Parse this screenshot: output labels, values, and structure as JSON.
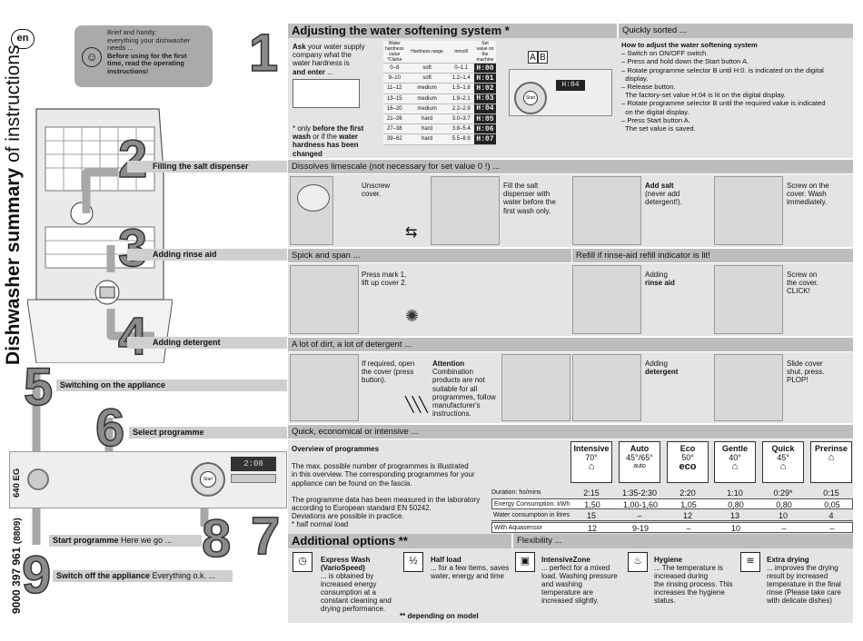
{
  "lang_badge": "en",
  "side_title_bold": "Dishwasher summary",
  "side_title_rest": " of instructions",
  "model": "640 EG",
  "doc_number": "9000 397 961",
  "doc_code": "(8809)",
  "intro": {
    "line1": "Brief and handy:",
    "line2": "everything your dishwasher",
    "line3": "needs ...",
    "bold1": "Before using for the first",
    "bold2": "time, read the operating",
    "bold3": "instructions!"
  },
  "steps": {
    "s1": {
      "n": "1",
      "title": "Adjusting the water softening system *",
      "right": "Quickly sorted ..."
    },
    "s2": {
      "n": "2",
      "title": "Filling the salt dispenser",
      "right": "Dissolves limescale (not necessary for set value 0 !) ..."
    },
    "s3": {
      "n": "3",
      "title": "Adding rinse aid",
      "mid": "Spick and span ...",
      "right": "Refill if rinse-aid refill indicator is lit!"
    },
    "s4": {
      "n": "4",
      "title": "Adding detergent",
      "right": "A lot of dirt, a lot of detergent ..."
    },
    "s5": {
      "n": "5",
      "title": "Switching on the appliance"
    },
    "s6": {
      "n": "6",
      "title": "Select programme",
      "right": "Quick, economical or intensive ..."
    },
    "s7": {
      "n": "7",
      "title": "Additional options **",
      "right": "Flexibility ..."
    },
    "s8": {
      "n": "8",
      "title": "Start programme",
      "sub": "Here we go ..."
    },
    "s9": {
      "n": "9",
      "title": "Switch off the appliance",
      "sub": "Everything o.k. ..."
    }
  },
  "water": {
    "ask1": "Ask",
    "ask2": " your water supply",
    "ask3": "company what the",
    "ask4": "water hardness is",
    "ask5": "and enter",
    "ask6": " ...",
    "note1": "* only ",
    "note2": "before the first",
    "note3": "wash",
    "note4": " or if the ",
    "note5": "water",
    "note6": "hardness has been",
    "note7": "changed",
    "col1": "Water hardness value °Clarke",
    "col2": "Hardness range",
    "col3": "mmol/l",
    "col4": "Set value on the machine",
    "rows": [
      [
        "0–8",
        "soft",
        "0–1.1",
        "H:00"
      ],
      [
        "9–10",
        "soft",
        "1.2–1.4",
        "H:01"
      ],
      [
        "11–12",
        "medium",
        "1.5–1.8",
        "H:02"
      ],
      [
        "13–15",
        "medium",
        "1.9–2.1",
        "H:03"
      ],
      [
        "16–20",
        "medium",
        "2.2–2.9",
        "H:04"
      ],
      [
        "21–26",
        "hard",
        "3.0–3.7",
        "H:05"
      ],
      [
        "27–38",
        "hard",
        "3.8–5.4",
        "H:06"
      ],
      [
        "39–62",
        "hard",
        "5.5–8.9",
        "H:07"
      ]
    ],
    "labelA": "A",
    "labelB": "B",
    "display": "H:04",
    "start": "Start",
    "how_title": "How to adjust the water softening system",
    "how": [
      "– Switch on ON/OFF switch.",
      "– Press and hold down the Start button A.",
      "– Rotate programme selector B until H:0. is indicated on the digital",
      "  display.",
      "– Release button.",
      "  The factory-set value H:04 is lit on the digital display.",
      "– Rotate programme selector B until the required value is indicated",
      "  on the digital display.",
      "– Press Start button A.",
      "  The set value is saved."
    ]
  },
  "salt": {
    "t1": "Unscrew",
    "t2": "cover.",
    "t3": "Fill the salt",
    "t4": "dispenser with",
    "t5": "water before the",
    "t6": "first wash only.",
    "t7": "Add salt",
    "t8": "(never add",
    "t9": "detergent!).",
    "t10": "Screw on the",
    "t11": "cover. Wash",
    "t12": "immediately."
  },
  "rinse": {
    "t1": "Press mark 1,",
    "t2": "lift up cover 2.",
    "t3": "Adding",
    "t4": "rinse aid",
    "t5": "Screw on",
    "t6": "the cover.",
    "t7": "CLICK!"
  },
  "det": {
    "t1": "If required, open",
    "t2": "the cover (press",
    "t3": "button).",
    "att": "Attention",
    "a1": "Combination",
    "a2": "products are not",
    "a3": "suitable for all",
    "a4": "programmes, follow",
    "a5": "manufacturer's",
    "a6": "instructions.",
    "t4": "Adding",
    "t5": "detergent",
    "t6": "Slide cover",
    "t7": "shut, press.",
    "t8": "PLOP!"
  },
  "programmes": {
    "ov_title": "Overview of programmes",
    "p1": "The max. possible number of programmes is illustrated",
    "p2": "in this overview. The corresponding programmes for your",
    "p3": "appliance can be found on the fascia.",
    "p4": "The programme data has been measured in the laboratory",
    "p5": "according to European standard EN 50242.",
    "p6": "Deviations are possible in practice.",
    "p7": "* half normal load",
    "names": [
      [
        "Intensive",
        "70°"
      ],
      [
        "Auto",
        "45°/65°"
      ],
      [
        "Eco",
        "50°"
      ],
      [
        "Gentle",
        "40°"
      ],
      [
        "Quick",
        "45°"
      ],
      [
        "Prerinse",
        ""
      ]
    ],
    "duration_label": "Duration: hs/mins",
    "durations": [
      "2:15",
      "1:35-2:30",
      "2:20",
      "1:10",
      "0:29*",
      "0:15"
    ],
    "energy_label": "Energy Consumption: kWh",
    "energy": [
      "1,50",
      "1,00-1,60",
      "1,05",
      "0,80",
      "0,80",
      "0,05"
    ],
    "water_label": "Water consumption in litres",
    "water": [
      "15",
      "–",
      "12",
      "13",
      "10",
      "4"
    ],
    "aqua_label": "With Aquasensor",
    "aqua": [
      "12",
      "9-19",
      "–",
      "10",
      "–",
      "–"
    ],
    "auto_sub": "auto",
    "eco_sub": "eco"
  },
  "options": {
    "o1t": "Express Wash",
    "o1t2": "(VarioSpeed)",
    "o1a": "... is obtained by",
    "o1b": "increased energy",
    "o1c": "consumption at a",
    "o1d": "constant cleaning and",
    "o1e": "drying performance.",
    "o2t": "Half load",
    "o2a": "... for a few items, saves",
    "o2b": "water, energy and time",
    "o2i": "½",
    "o3t": "IntensiveZone",
    "o3a": "... perfect for a mixed",
    "o3b": "load. Washing pressure",
    "o3c": "and washing",
    "o3d": "temperature are",
    "o3e": "increased slightly.",
    "o4t": "Hygiene",
    "o4a": "... The temperature is",
    "o4b": "increased during",
    "o4c": "the rinsing process. This",
    "o4d": "increases the hygiene",
    "o4e": "status.",
    "o5t": "Extra drying",
    "o5a": "... improves the drying",
    "o5b": "result by increased",
    "o5c": "temperature in the final",
    "o5d": "rinse (Please take care",
    "o5e": "with delicate dishes)",
    "foot": "** depending on model"
  },
  "panel_display": "2:08",
  "panel_start": "Start"
}
